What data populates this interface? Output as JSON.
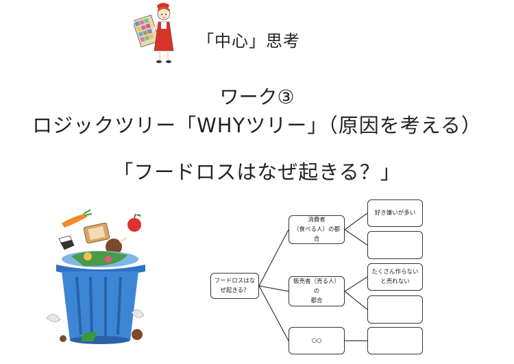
{
  "header": {
    "label": "「中心」思考"
  },
  "title": {
    "work": "ワーク③",
    "logic_tree": "ロジックツリー「WHYツリー」（原因を考える）",
    "question": "「フードロスはなぜ起きる？」"
  },
  "tree": {
    "root": "フードロスはなぜ起きる？",
    "branches": [
      {
        "label_line1": "消費者",
        "label_line2": "（食べる人）の都合",
        "reasons": [
          "好き嫌いが多い",
          ""
        ]
      },
      {
        "label_line1": "販売者（売る人）の",
        "label_line2": "都合",
        "reasons": [
          "たくさん作らないと売れない",
          ""
        ]
      },
      {
        "label_line1": "○○",
        "label_line2": "",
        "reasons": [
          ""
        ]
      }
    ]
  },
  "illustrations": [
    "girl-with-cloth-illustration",
    "food-waste-bin-illustration"
  ]
}
